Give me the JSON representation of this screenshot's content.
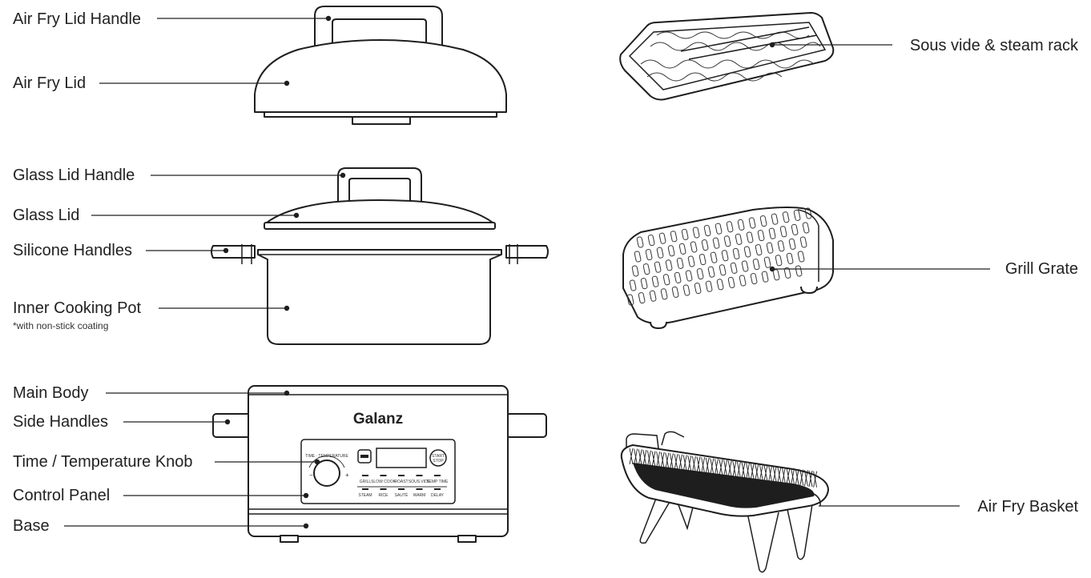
{
  "labels": {
    "air_fry_lid_handle": "Air Fry Lid Handle",
    "air_fry_lid": "Air Fry Lid",
    "glass_lid_handle": "Glass Lid Handle",
    "glass_lid": "Glass Lid",
    "silicone_handles": "Silicone Handles",
    "inner_cooking_pot": "Inner Cooking Pot",
    "inner_cooking_pot_note": "*with non-stick coating",
    "main_body": "Main Body",
    "side_handles": "Side Handles",
    "time_temperature_knob": "Time / Temperature Knob",
    "control_panel": "Control Panel",
    "base": "Base",
    "sous_vide_rack": "Sous vide & steam rack",
    "grill_grate": "Grill Grate",
    "air_fry_basket": "Air Fry Basket"
  },
  "device": {
    "brand": "Galanz",
    "knob_label": "TIME · TEMPERATURE",
    "knob_minus": "−",
    "knob_plus": "+",
    "start_stop": [
      "START",
      "STOP"
    ],
    "functions_row1": [
      "GRILL",
      "SLOW COOK",
      "ROAST",
      "SOUS VIDE",
      "TEMP TIME"
    ],
    "functions_row2": [
      "STEAM",
      "RICE",
      "SAUTÉ",
      "WARM",
      "DELAY"
    ]
  }
}
